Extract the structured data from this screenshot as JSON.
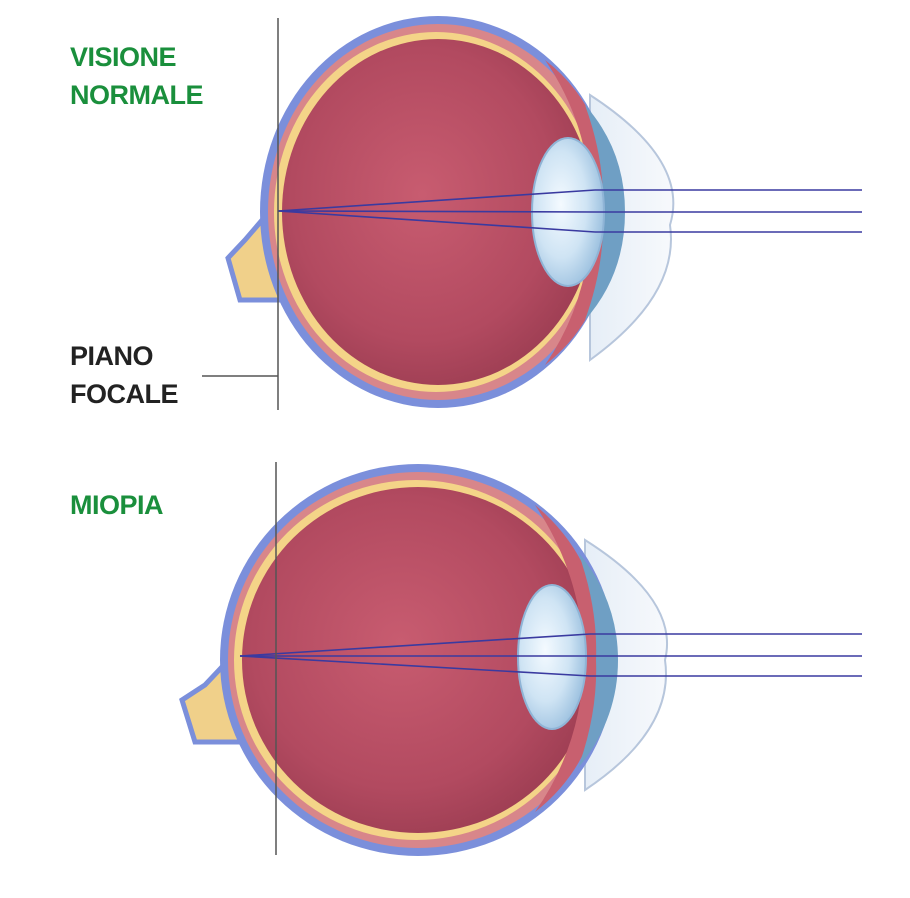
{
  "labels": {
    "normal_title": "VISIONE\nNORMALE",
    "focal_plane": "PIANO\nFOCALE",
    "myopia_title": "MIOPIA"
  },
  "colors": {
    "title_green": "#1a8f3c",
    "label_black": "#222222",
    "sclera_blue": "#7b8fdb",
    "vitreous_red": "#b24a60",
    "choroid_pink": "#d8868a",
    "retina_yellow": "#f4d488",
    "lens_blue": "#cfe4f4",
    "light_ray": "#3a3aa0",
    "plane_line": "#555555"
  },
  "icons": {
    "normal_eye": "eye-cross-section-icon",
    "myopia_eye": "eye-cross-section-icon"
  }
}
